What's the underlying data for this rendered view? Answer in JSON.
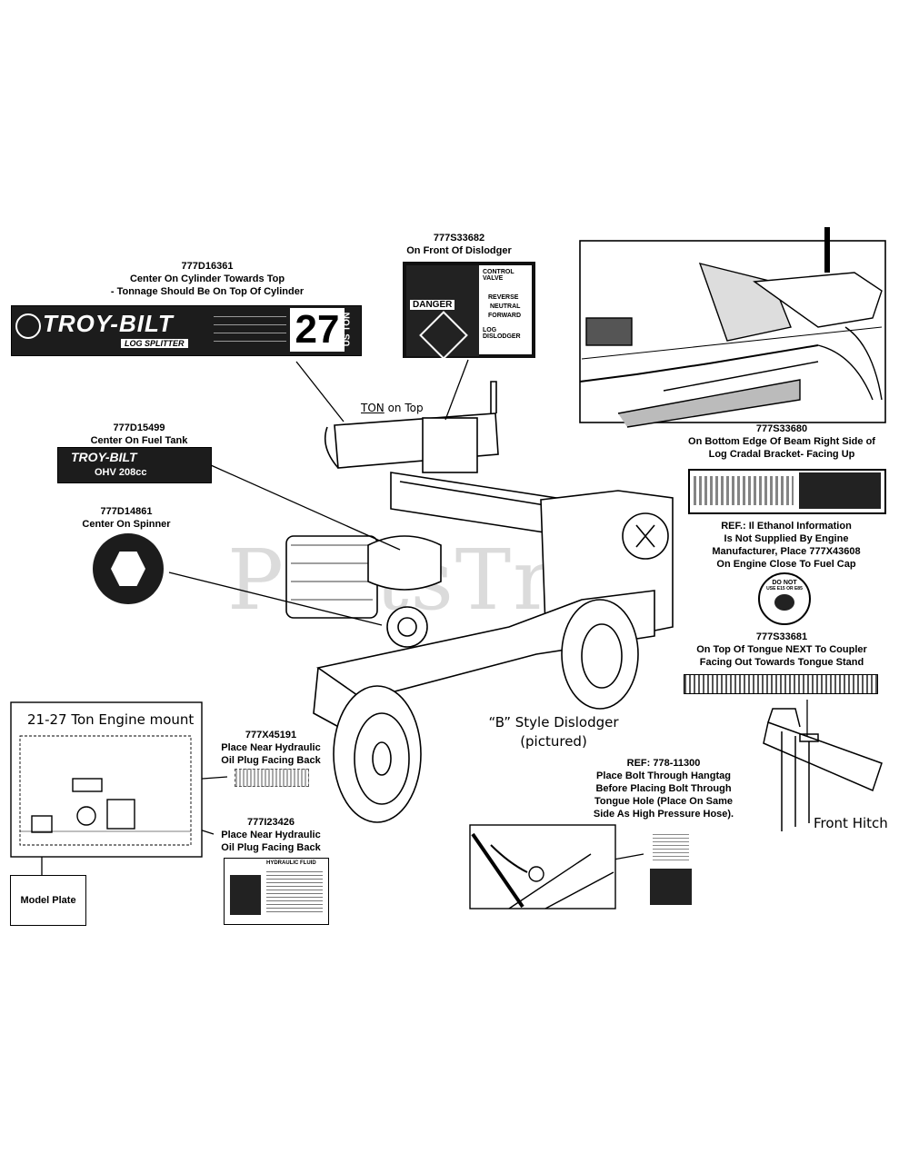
{
  "watermark": "PartsTree",
  "labels": {
    "d16361": {
      "part": "777D16361",
      "line1": "Center On Cylinder Towards Top",
      "line2": "- Tonnage Should Be On Top Of Cylinder"
    },
    "s33682": {
      "part": "777S33682",
      "line1": "On Front Of Dislodger"
    },
    "d15499": {
      "part": "777D15499",
      "line1": "Center On Fuel Tank"
    },
    "d14861": {
      "part": "777D14861",
      "line1": "Center On Spinner"
    },
    "s33680": {
      "part": "777S33680",
      "line1": "On Bottom Edge Of Beam Right Side of",
      "line2": "Log Cradal Bracket- Facing Up"
    },
    "ethanol": {
      "line1": "REF.: Il Ethanol Information",
      "line2": "Is Not Supplied By Engine",
      "line3": "Manufacturer, Place 777X43608",
      "line4": "On Engine Close To Fuel Cap"
    },
    "s33681": {
      "part": "777S33681",
      "line1": "On Top Of Tongue NEXT To Coupler",
      "line2": "Facing Out Towards Tongue Stand"
    },
    "x45191": {
      "part": "777X45191",
      "line1": "Place Near Hydraulic",
      "line2": "Oil Plug Facing Back"
    },
    "i23426": {
      "part": "777I23426",
      "line1": "Place Near Hydraulic",
      "line2": "Oil Plug Facing Back"
    },
    "ref77811300": {
      "part": "REF: 778-11300",
      "line1": "Place Bolt Through Hangtag",
      "line2": "Before Placing Bolt Through",
      "line3": "Tongue Hole (Place On Same",
      "line4": "Side As High Pressure Hose)."
    }
  },
  "ton_on_top": {
    "ton": "TON",
    "rest": " on Top"
  },
  "engine_mount_title": "21-27 Ton Engine mount",
  "model_plate": "Model Plate",
  "dislodger_caption": {
    "line1": "“B” Style Dislodger",
    "line2": "(pictured)"
  },
  "front_hitch": "Front Hitch",
  "decals": {
    "troybilt": {
      "brand": "TROY-BILT",
      "sub": "LOG SPLITTER",
      "tonnage": "27",
      "unit": "US TON"
    },
    "fuel_tank": {
      "brand": "TROY-BILT",
      "engine": "OHV 208cc"
    },
    "danger": {
      "word": "DANGER",
      "control": "CONTROL VALVE",
      "reverse": "REVERSE",
      "neutral": "NEUTRAL",
      "forward": "FORWARD",
      "log_dislodger": "LOG DISLODGER"
    },
    "hydraulic": {
      "title": "HYDRAULIC FLUID"
    },
    "do_not": {
      "line1": "DO NOT",
      "line2": "USE E15 OR E85"
    }
  }
}
